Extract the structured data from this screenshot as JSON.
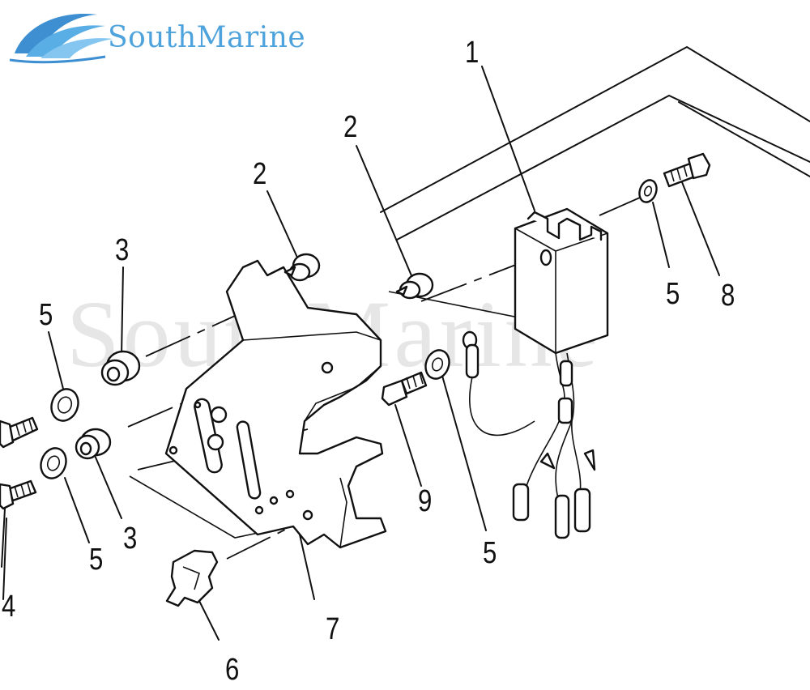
{
  "brand": {
    "name": "SouthMarine",
    "watermark": "SouthMarine",
    "color": "#4fa3dc"
  },
  "callouts": [
    {
      "id": "c1",
      "label": "1"
    },
    {
      "id": "c2a",
      "label": "2"
    },
    {
      "id": "c2b",
      "label": "2"
    },
    {
      "id": "c3a",
      "label": "3"
    },
    {
      "id": "c3b",
      "label": "3"
    },
    {
      "id": "c4",
      "label": "4"
    },
    {
      "id": "c5a",
      "label": "5"
    },
    {
      "id": "c5b",
      "label": "5"
    },
    {
      "id": "c5c",
      "label": "5"
    },
    {
      "id": "c5d",
      "label": "5"
    },
    {
      "id": "c6",
      "label": "6"
    },
    {
      "id": "c7",
      "label": "7"
    },
    {
      "id": "c8",
      "label": "8"
    },
    {
      "id": "c9",
      "label": "9"
    }
  ]
}
